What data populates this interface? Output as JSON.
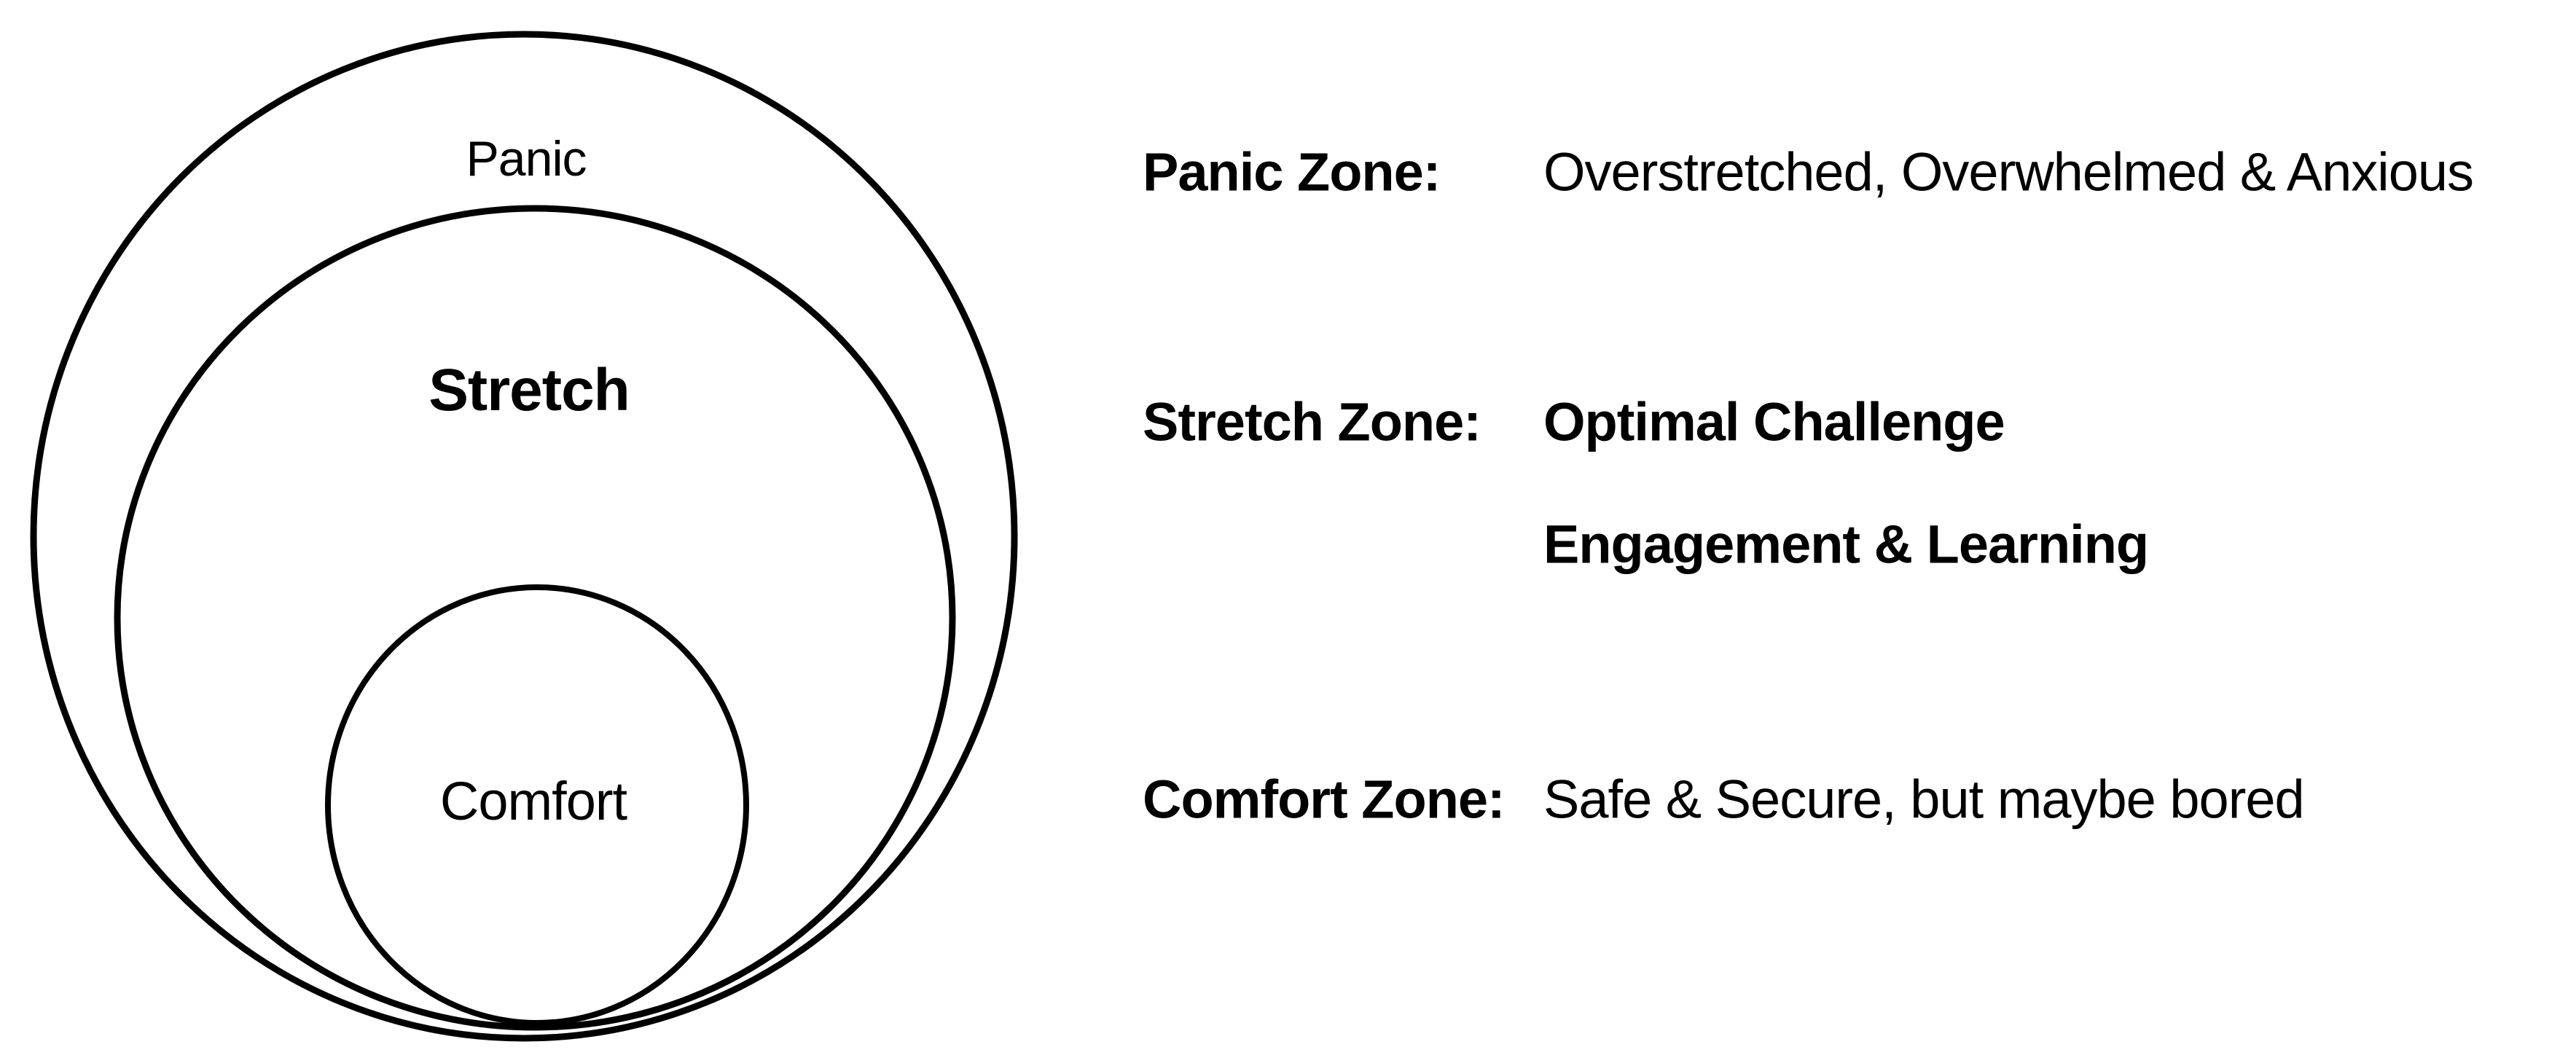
{
  "diagram": {
    "labels": {
      "panic": "Panic",
      "stretch": "Stretch",
      "comfort": "Comfort"
    }
  },
  "legend": {
    "rows": [
      {
        "label": "Panic Zone:",
        "description": "Overstretched, Overwhelmed & Anxious"
      },
      {
        "label": "Stretch Zone:",
        "description": "Optimal Challenge"
      },
      {
        "label": "",
        "description": "Engagement & Learning"
      },
      {
        "label": "Comfort Zone:",
        "description": "Safe & Secure, but maybe bored"
      }
    ]
  },
  "colors": {
    "ink": "#000000",
    "background": "#ffffff"
  }
}
